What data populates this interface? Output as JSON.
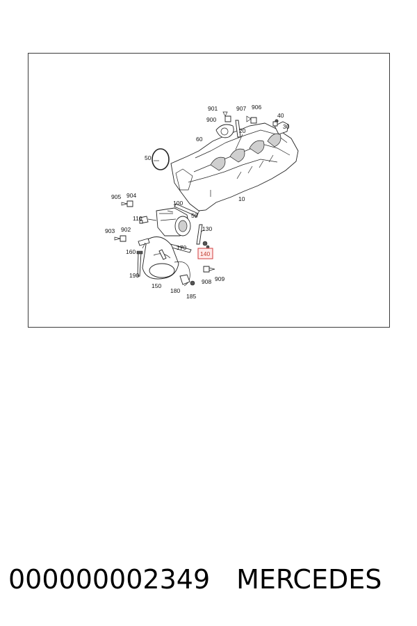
{
  "diagram": {
    "callouts": [
      "901",
      "907",
      "906",
      "900",
      "40",
      "30",
      "20",
      "60",
      "50",
      "905",
      "904",
      "100",
      "110",
      "50",
      "130",
      "903",
      "902",
      "170",
      "160",
      "140",
      "190",
      "150",
      "908",
      "909",
      "180",
      "185",
      "10"
    ],
    "highlighted_callout": "140",
    "highlight_color": "#d23c3c"
  },
  "footer": {
    "part_number": "000000002349",
    "brand": "MERCEDES"
  }
}
